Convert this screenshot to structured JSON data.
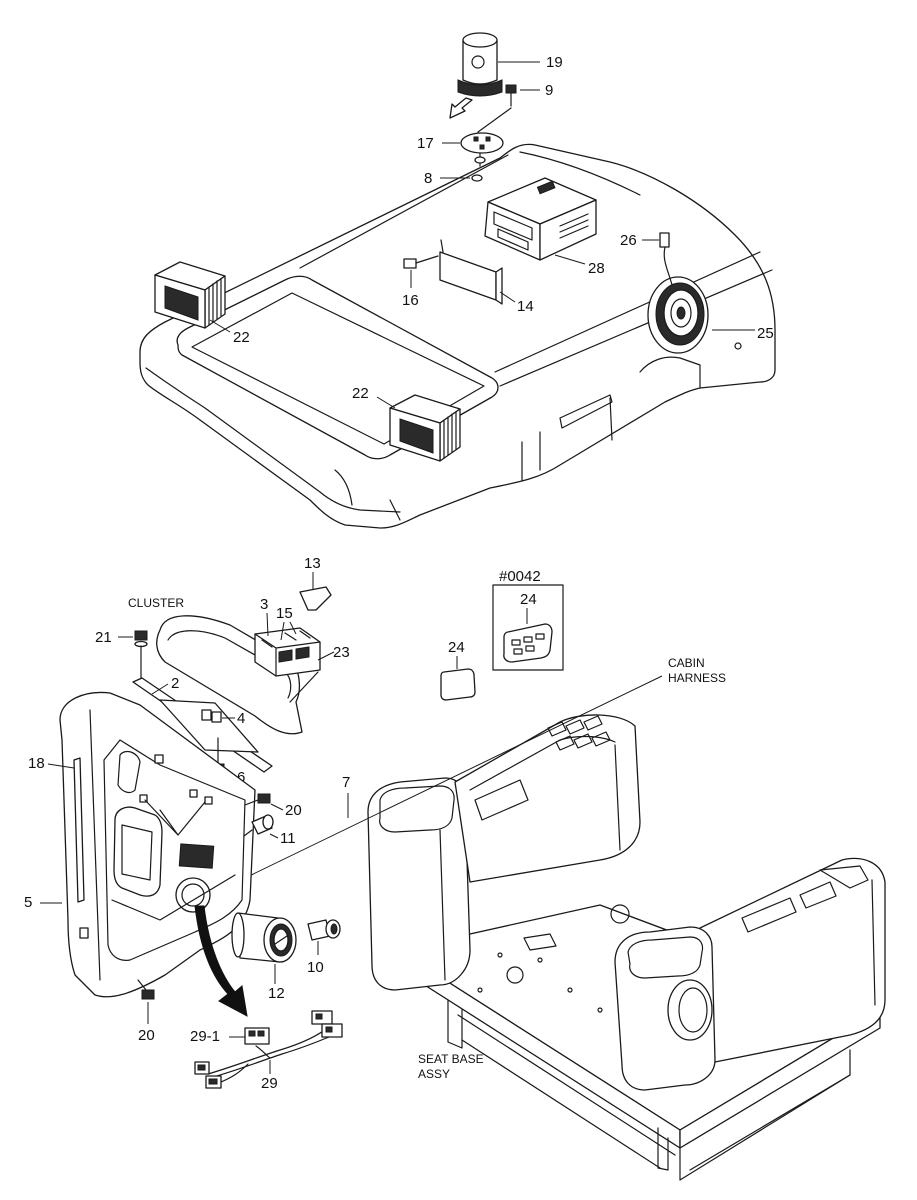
{
  "callouts": {
    "beacon_lamp": "19",
    "bolt_9": "9",
    "mount_plate": "17",
    "washer": "8",
    "speaker_wire": "26",
    "radio": "28",
    "bolt_16": "16",
    "radio_bracket": "14",
    "work_lamp_left": "22",
    "speaker": "25",
    "work_lamp_right": "22",
    "part_13": "13",
    "part_3": "3",
    "part_15": "15",
    "bolt_21": "21",
    "switch_panel": "23",
    "bracket_2": "2",
    "connector_4": "4",
    "variant_part": "24",
    "part_24": "24",
    "panel_trim": "18",
    "screw_6": "6",
    "bolt_20_upper": "20",
    "harness_7": "7",
    "part_11": "11",
    "panel_5": "5",
    "gauge": "12",
    "switch_10": "10",
    "bolt_20_lower": "20",
    "harness_connector": "29-1",
    "wire_harness": "29"
  },
  "captions": {
    "cluster": "CLUSTER",
    "variant_code": "#0042",
    "cabin_harness_line1": "CABIN",
    "cabin_harness_line2": "HARNESS",
    "seat_base_line1": "SEAT BASE",
    "seat_base_line2": "ASSY"
  },
  "colors": {
    "line": "#1a1a1a",
    "background": "#ffffff"
  }
}
